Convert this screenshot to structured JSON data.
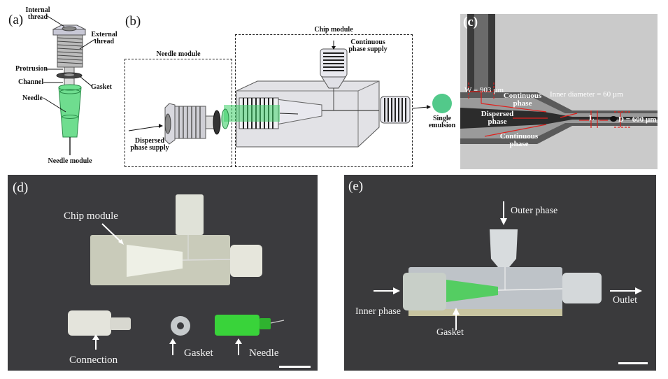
{
  "figure": {
    "panels": [
      {
        "id": "a",
        "label": "(a)",
        "title": "Needle module exploded view",
        "annotations": [
          "Internal thread",
          "External thread",
          "Protrusion",
          "Gasket",
          "Channel",
          "Needle",
          "Needle module"
        ]
      },
      {
        "id": "b",
        "label": "(b)",
        "title": "Device assembly schematic",
        "annotations": [
          "Needle module",
          "Chip module",
          "Continuous phase supply",
          "Dispersed phase supply",
          "Single emulsion"
        ]
      },
      {
        "id": "c",
        "label": "(c)",
        "title": "Micrograph of droplet generation",
        "annotations": [
          "W = 903 µm",
          "Continuous phase",
          "Dispersed phase",
          "Continuous phase",
          "Inner diameter = 60 µm",
          "L",
          "D = 600 µm"
        ]
      },
      {
        "id": "d",
        "label": "(d)",
        "title": "Photo of disassembled components",
        "annotations": [
          "Chip module",
          "Connection",
          "Gasket",
          "Needle"
        ]
      },
      {
        "id": "e",
        "label": "(e)",
        "title": "Photo of assembled device",
        "annotations": [
          "Outer phase",
          "Inner phase",
          "Gasket",
          "Outlet"
        ]
      }
    ]
  },
  "a": {
    "label": "(a)",
    "internal_thread": "Internal\nthread",
    "internal_thread_1": "Internal",
    "internal_thread_2": "thread",
    "external_thread_1": "External",
    "external_thread_2": "thread",
    "protrusion": "Protrusion",
    "gasket": "Gasket",
    "channel": "Channel",
    "needle": "Needle",
    "needle_module": "Needle module"
  },
  "b": {
    "label": "(b)",
    "needle_module": "Needle module",
    "chip_module": "Chip module",
    "continuous_1": "Continuous",
    "continuous_2": "phase supply",
    "dispersed_1": "Dispersed",
    "dispersed_2": "phase supply",
    "single_1": "Single",
    "single_2": "emulsion"
  },
  "c": {
    "label": "(c)",
    "width": "W = 903 µm",
    "continuous_top_1": "Continuous",
    "continuous_top_2": "phase",
    "dispersed_1": "Dispersed",
    "dispersed_2": "phase",
    "continuous_bot_1": "Continuous",
    "continuous_bot_2": "phase",
    "inner_diameter": "Inner diameter = 60 µm",
    "length": "L",
    "droplet_diameter": "D = 600 µm"
  },
  "d": {
    "label": "(d)",
    "chip_module": "Chip module",
    "connection": "Connection",
    "gasket": "Gasket",
    "needle": "Needle"
  },
  "e": {
    "label": "(e)",
    "outer_phase": "Outer phase",
    "inner_phase": "Inner phase",
    "gasket": "Gasket",
    "outlet": "Outlet"
  },
  "colors": {
    "needle_green": "#3fd16a",
    "emulsion_green": "#52c98a",
    "annotation_red": "#e0201c",
    "photo_background": "#3a3a3c"
  }
}
